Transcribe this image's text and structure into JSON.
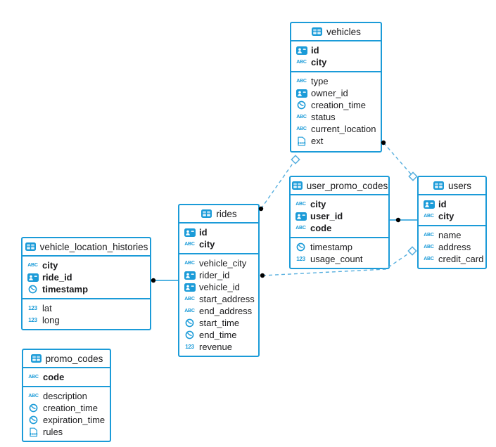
{
  "diagram": {
    "colors": {
      "primary": "#1b9bd8",
      "connector_dashed": "#55aede",
      "connector_solid": "#1b9bd8",
      "endpoint_dot": "#000000",
      "background": "#ffffff"
    },
    "tables": [
      {
        "name": "vehicles",
        "key_columns": [
          {
            "name": "id",
            "type": "id"
          },
          {
            "name": "city",
            "type": "text"
          }
        ],
        "columns": [
          {
            "name": "type",
            "type": "text"
          },
          {
            "name": "owner_id",
            "type": "id"
          },
          {
            "name": "creation_time",
            "type": "time"
          },
          {
            "name": "status",
            "type": "text"
          },
          {
            "name": "current_location",
            "type": "text"
          },
          {
            "name": "ext",
            "type": "json"
          }
        ]
      },
      {
        "name": "user_promo_codes",
        "key_columns": [
          {
            "name": "city",
            "type": "text"
          },
          {
            "name": "user_id",
            "type": "id"
          },
          {
            "name": "code",
            "type": "text"
          }
        ],
        "columns": [
          {
            "name": "timestamp",
            "type": "time"
          },
          {
            "name": "usage_count",
            "type": "number"
          }
        ]
      },
      {
        "name": "users",
        "key_columns": [
          {
            "name": "id",
            "type": "id"
          },
          {
            "name": "city",
            "type": "text"
          }
        ],
        "columns": [
          {
            "name": "name",
            "type": "text"
          },
          {
            "name": "address",
            "type": "text"
          },
          {
            "name": "credit_card",
            "type": "text"
          }
        ]
      },
      {
        "name": "rides",
        "key_columns": [
          {
            "name": "id",
            "type": "id"
          },
          {
            "name": "city",
            "type": "text"
          }
        ],
        "columns": [
          {
            "name": "vehicle_city",
            "type": "text"
          },
          {
            "name": "rider_id",
            "type": "id"
          },
          {
            "name": "vehicle_id",
            "type": "id"
          },
          {
            "name": "start_address",
            "type": "text"
          },
          {
            "name": "end_address",
            "type": "text"
          },
          {
            "name": "start_time",
            "type": "time"
          },
          {
            "name": "end_time",
            "type": "time"
          },
          {
            "name": "revenue",
            "type": "number"
          }
        ]
      },
      {
        "name": "vehicle_location_histories",
        "key_columns": [
          {
            "name": "city",
            "type": "text"
          },
          {
            "name": "ride_id",
            "type": "id"
          },
          {
            "name": "timestamp",
            "type": "time"
          }
        ],
        "columns": [
          {
            "name": "lat",
            "type": "number"
          },
          {
            "name": "long",
            "type": "number"
          }
        ]
      },
      {
        "name": "promo_codes",
        "key_columns": [
          {
            "name": "code",
            "type": "text"
          }
        ],
        "columns": [
          {
            "name": "description",
            "type": "text"
          },
          {
            "name": "creation_time",
            "type": "time"
          },
          {
            "name": "expiration_time",
            "type": "time"
          },
          {
            "name": "rules",
            "type": "json"
          }
        ]
      }
    ],
    "column_type_icons": {
      "id": "id-badge-icon",
      "text": "text-type-icon",
      "time": "timestamp-icon",
      "number": "number-type-icon",
      "json": "json-type-icon"
    },
    "relationships": [
      {
        "from_table": "rides",
        "to_table": "vehicles",
        "style": "dashed",
        "from_marker": "dot",
        "to_marker": "diamond"
      },
      {
        "from_table": "rides",
        "to_table": "users",
        "style": "dashed",
        "from_marker": "dot",
        "to_marker": "diamond"
      },
      {
        "from_table": "vehicles",
        "to_table": "users",
        "style": "dashed",
        "from_marker": "dot",
        "to_marker": "diamond"
      },
      {
        "from_table": "user_promo_codes",
        "to_table": "users",
        "style": "solid",
        "from_marker": "dot",
        "to_marker": "none"
      },
      {
        "from_table": "vehicle_location_histories",
        "to_table": "rides",
        "style": "solid",
        "from_marker": "dot",
        "to_marker": "none"
      }
    ]
  }
}
